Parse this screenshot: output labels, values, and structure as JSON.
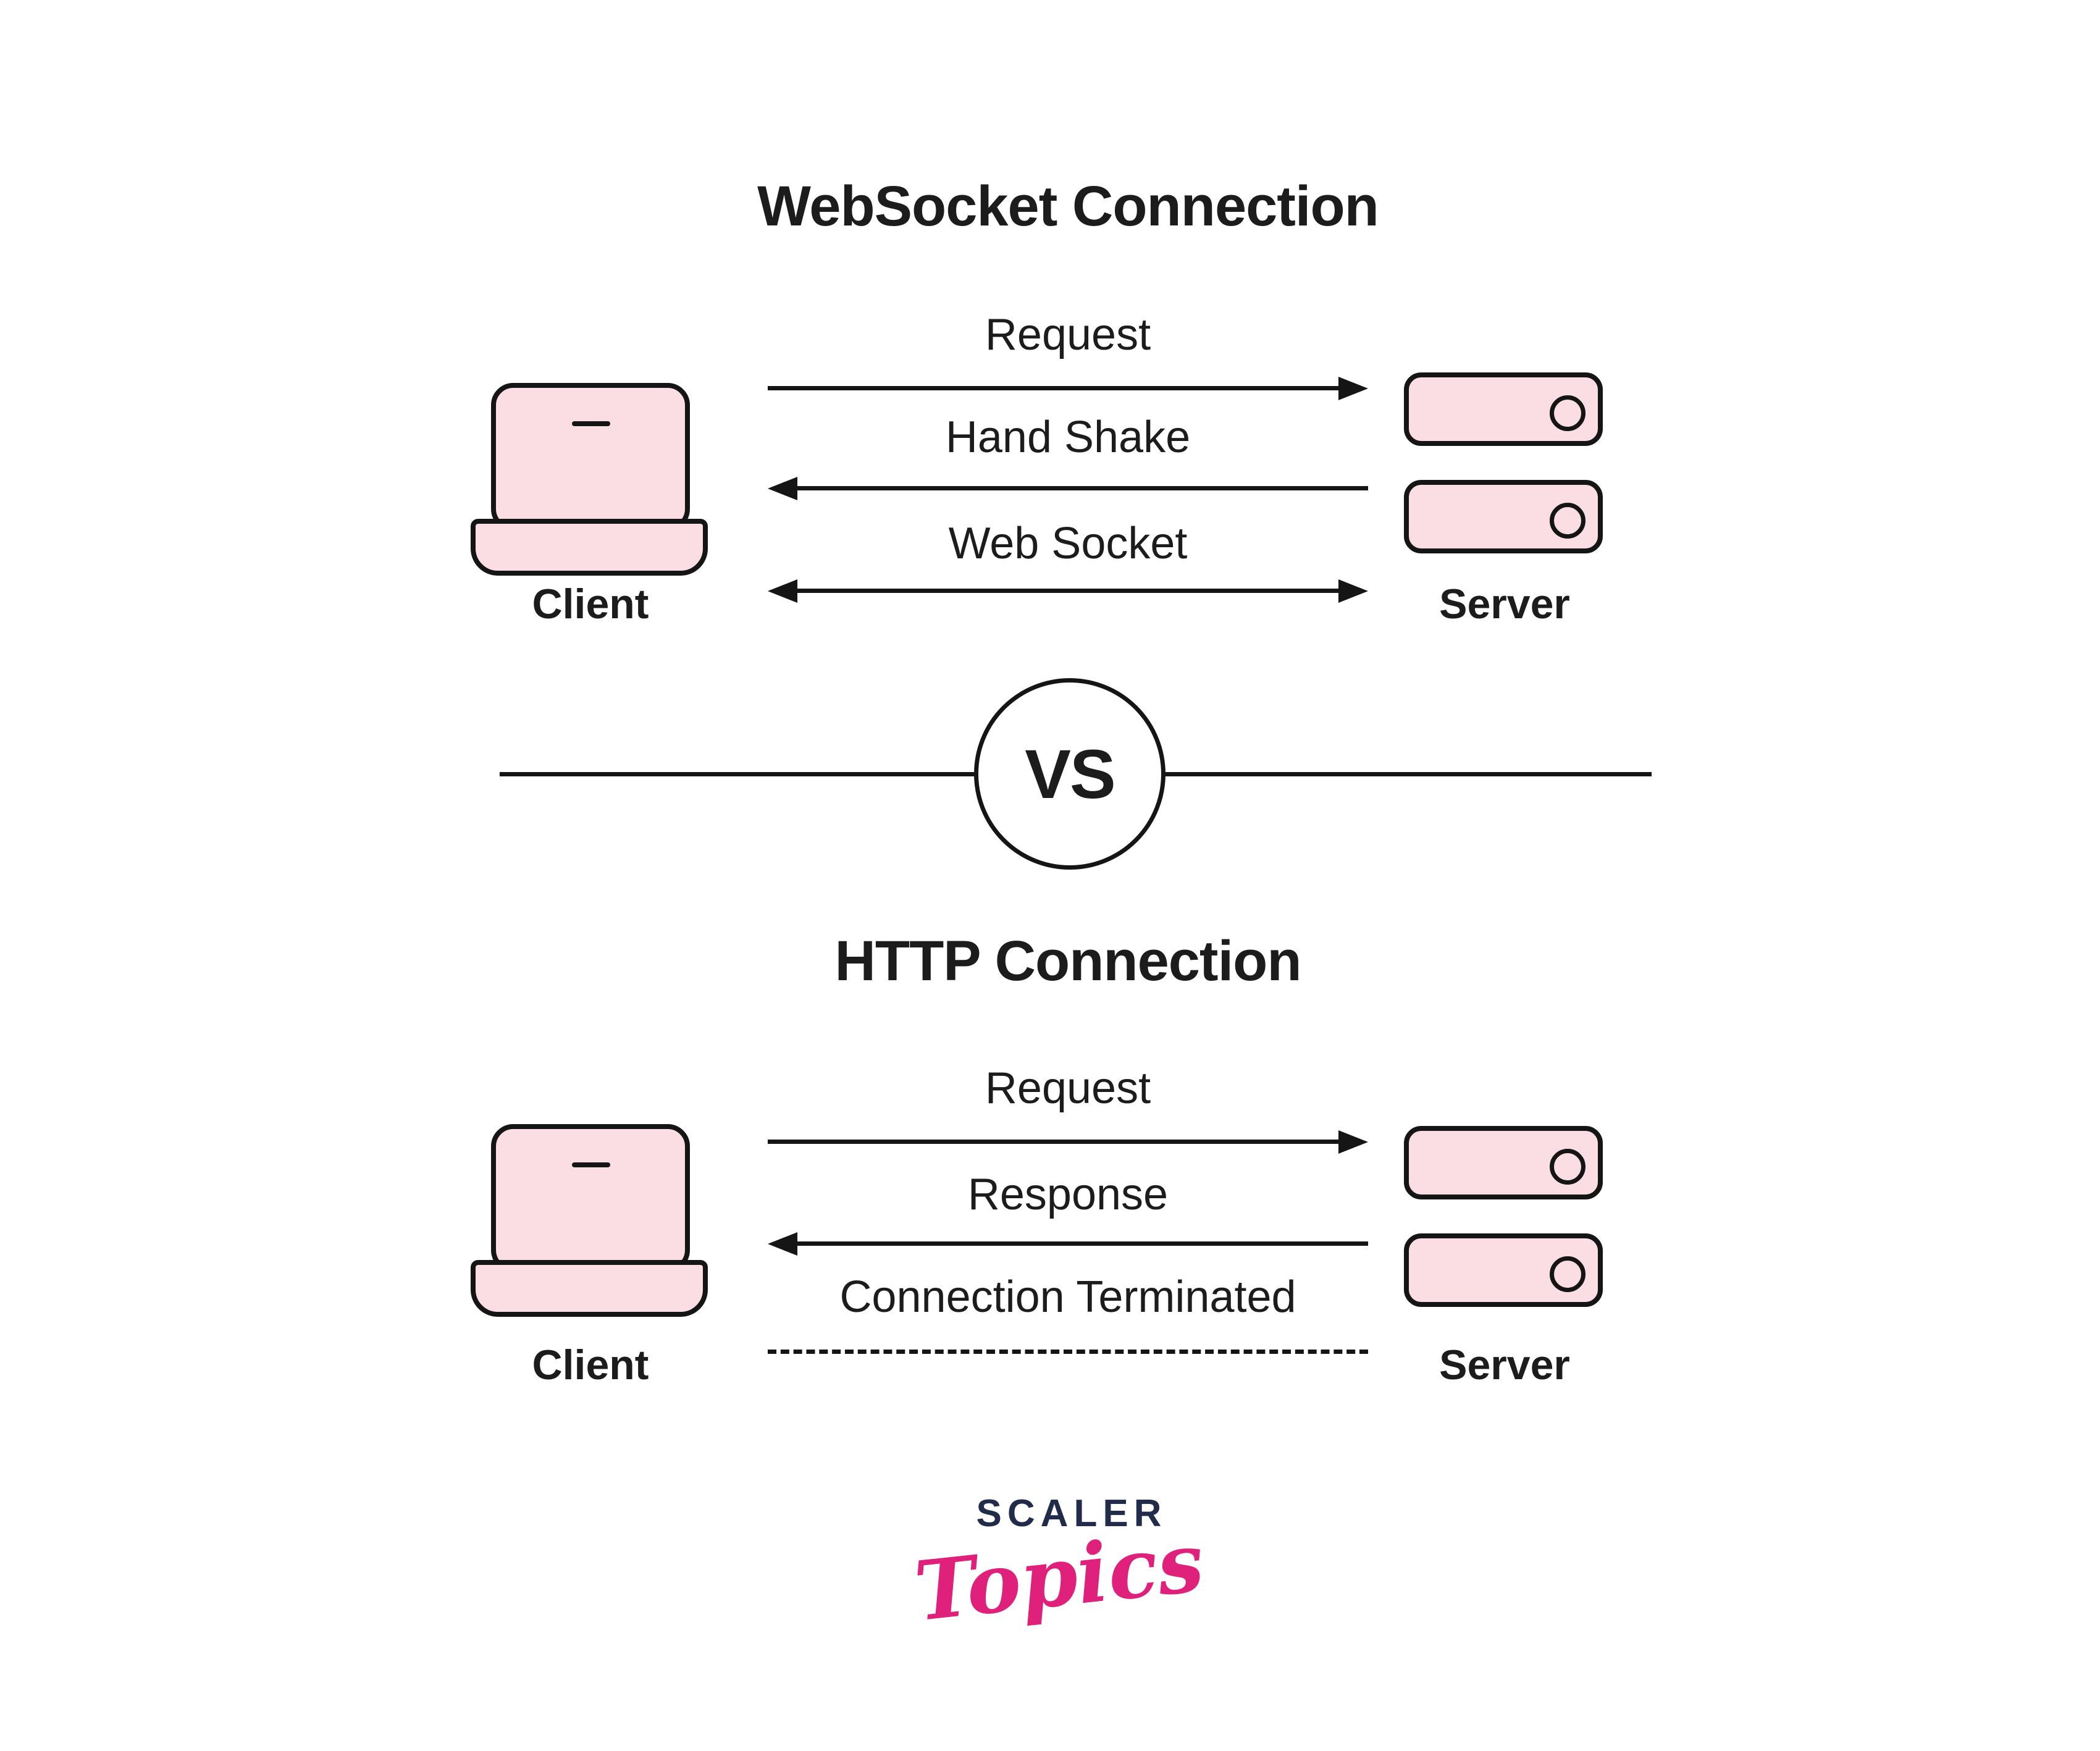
{
  "websocket": {
    "title": "WebSocket Connection",
    "client_label": "Client",
    "server_label": "Server",
    "messages": [
      {
        "label": "Request",
        "direction": "right"
      },
      {
        "label": "Hand Shake",
        "direction": "left"
      },
      {
        "label": "Web Socket",
        "direction": "both"
      }
    ]
  },
  "divider": {
    "vs_label": "VS"
  },
  "http": {
    "title": "HTTP Connection",
    "client_label": "Client",
    "server_label": "Server",
    "messages": [
      {
        "label": "Request",
        "direction": "right"
      },
      {
        "label": "Response",
        "direction": "left"
      },
      {
        "label": "Connection Terminated",
        "direction": "dashed"
      }
    ]
  },
  "logo": {
    "brand": "SCALER",
    "sub": "Topics"
  },
  "colors": {
    "pink_fill": "#FBDEE4",
    "outline": "#151515",
    "text": "#1C1C1C",
    "logo_navy": "#202C4A",
    "logo_pink": "#E0217C",
    "background": "#FFFFFF"
  }
}
